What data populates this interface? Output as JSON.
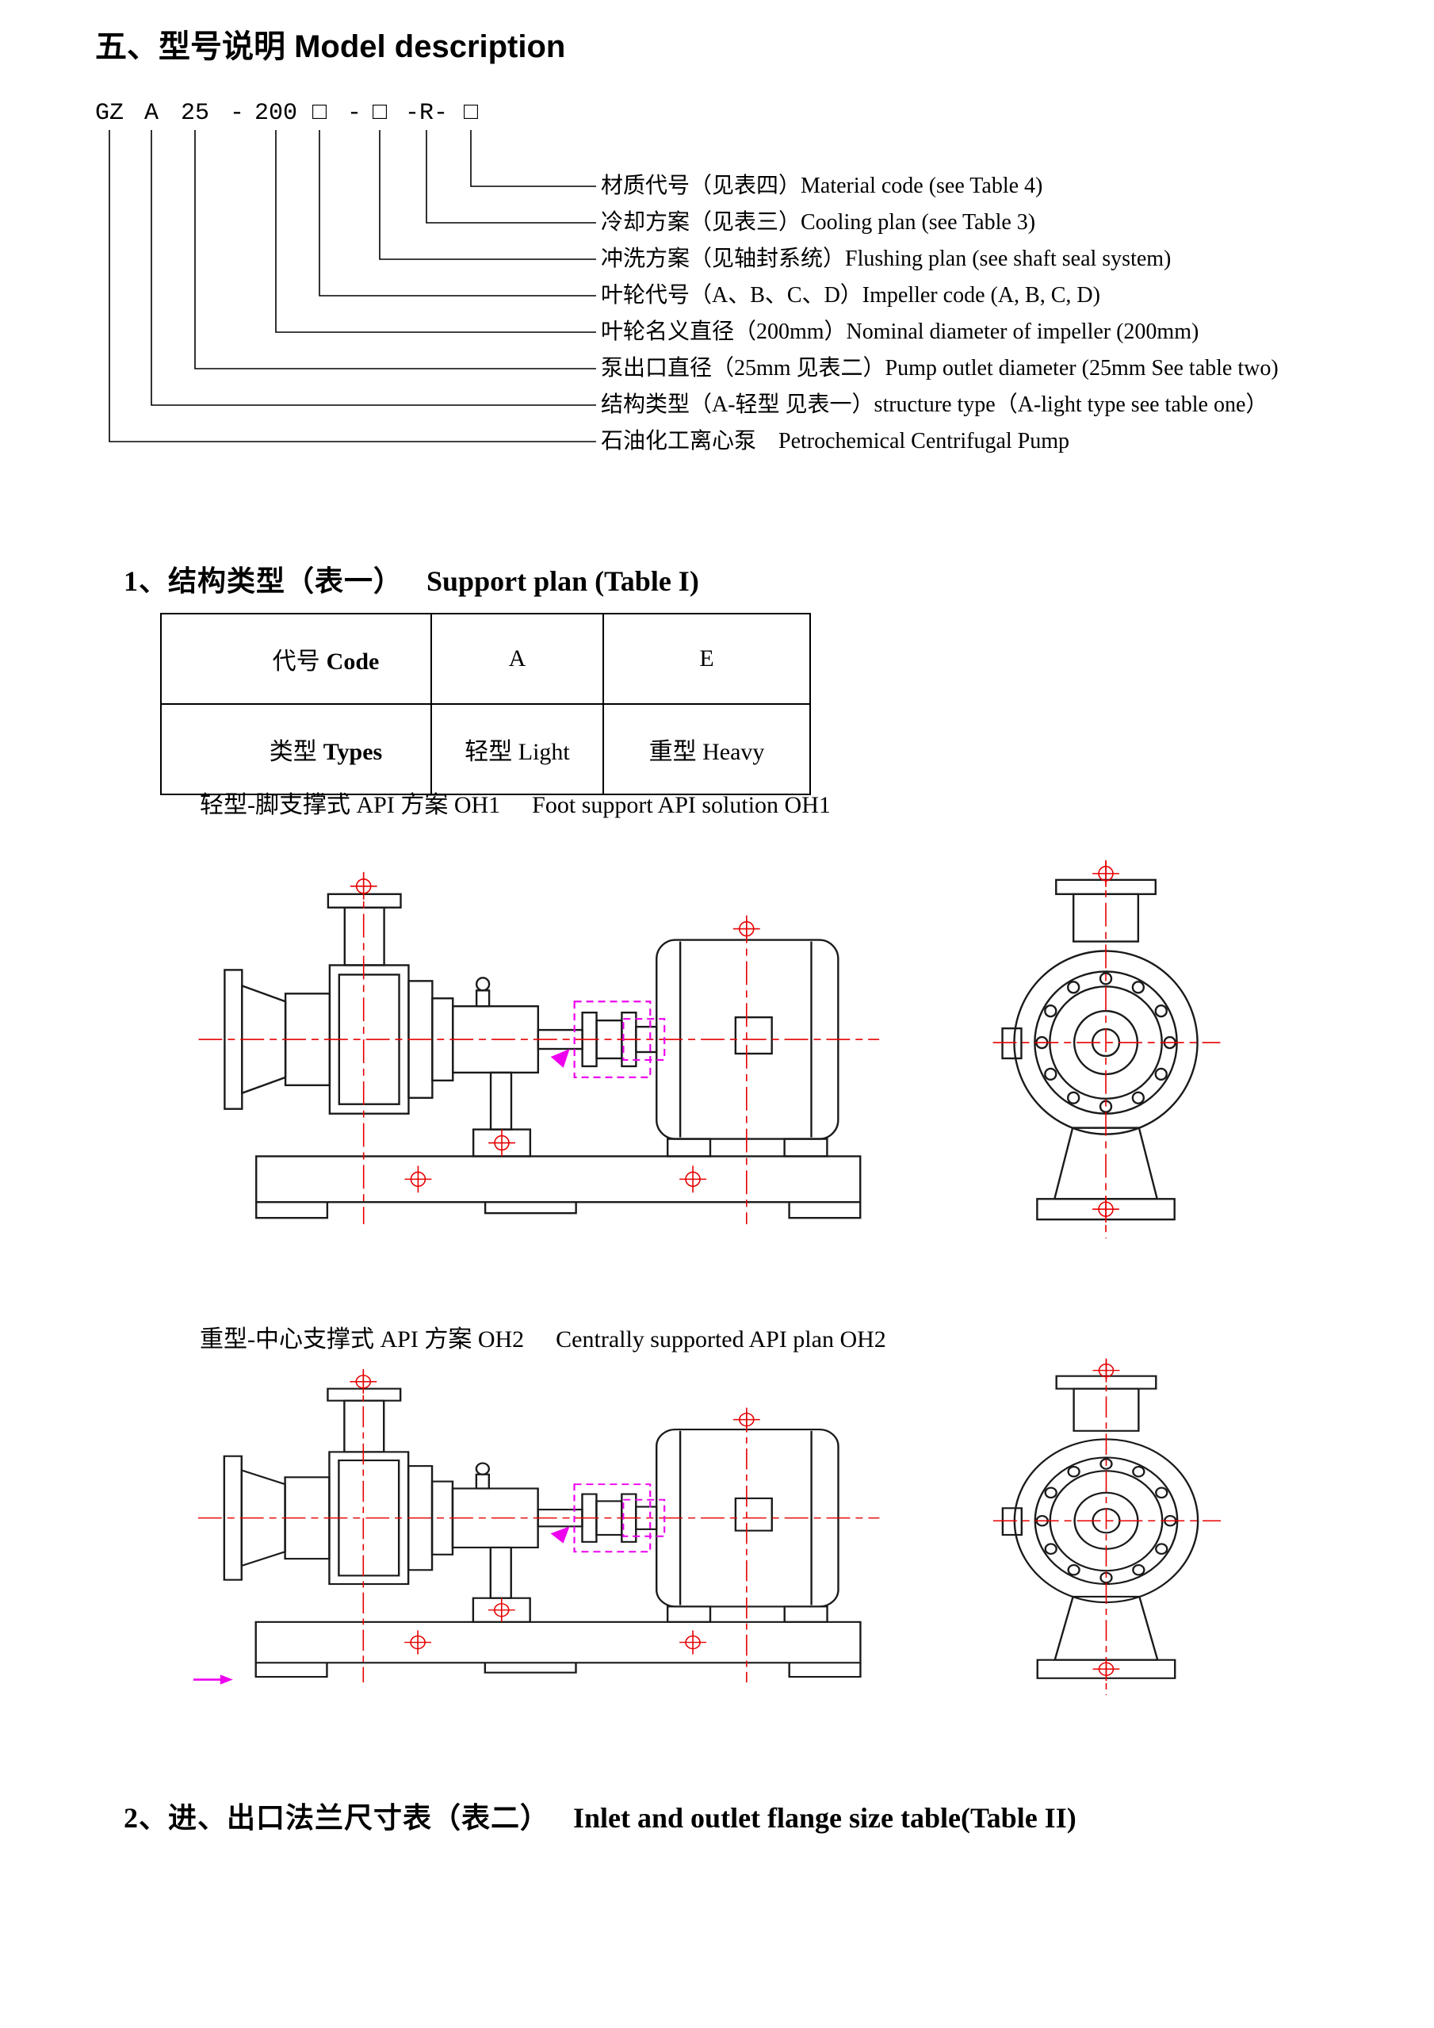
{
  "page": {
    "title": "五、型号说明 Model description"
  },
  "model_code": {
    "segments": [
      "GZ",
      "A",
      "25",
      "-",
      "200",
      "□",
      "-",
      "□",
      "-R-",
      "□"
    ],
    "labels": [
      "材质代号（见表四）Material code (see Table 4)",
      "冷却方案（见表三）Cooling plan (see Table 3)",
      "冲洗方案（见轴封系统）Flushing plan (see shaft seal system)",
      "叶轮代号（A、B、C、D）Impeller code (A, B, C, D)",
      "叶轮名义直径（200mm）Nominal diameter of impeller (200mm)",
      "泵出口直径（25mm 见表二）Pump outlet diameter (25mm See table two)",
      "结构类型（A-轻型 见表一）structure type（A-light type see table one）",
      "石油化工离心泵    Petrochemical Centrifugal Pump"
    ]
  },
  "section1": {
    "heading_zh": "1、结构类型（表一）",
    "heading_en": "Support plan (Table I)",
    "table": {
      "r1c1_zh": "代号",
      "r1c1_en": "Code",
      "r1c2": "A",
      "r1c3": "E",
      "r2c1_zh": "类型",
      "r2c1_en": "Types",
      "r2c2": "轻型 Light",
      "r2c3": "重型 Heavy"
    },
    "oh1_caption_zh": "轻型-脚支撑式 API 方案 OH1",
    "oh1_caption_en": "Foot support API solution OH1",
    "oh2_caption_zh": "重型-中心支撑式 API 方案 OH2",
    "oh2_caption_en": "Centrally supported API plan OH2"
  },
  "section2": {
    "heading_zh": "2、进、出口法兰尺寸表（表二）",
    "heading_en": "Inlet and outlet flange size table(Table II)"
  },
  "colors": {
    "centerline_red": "#e60000",
    "highlight_magenta": "#ee00ee"
  }
}
